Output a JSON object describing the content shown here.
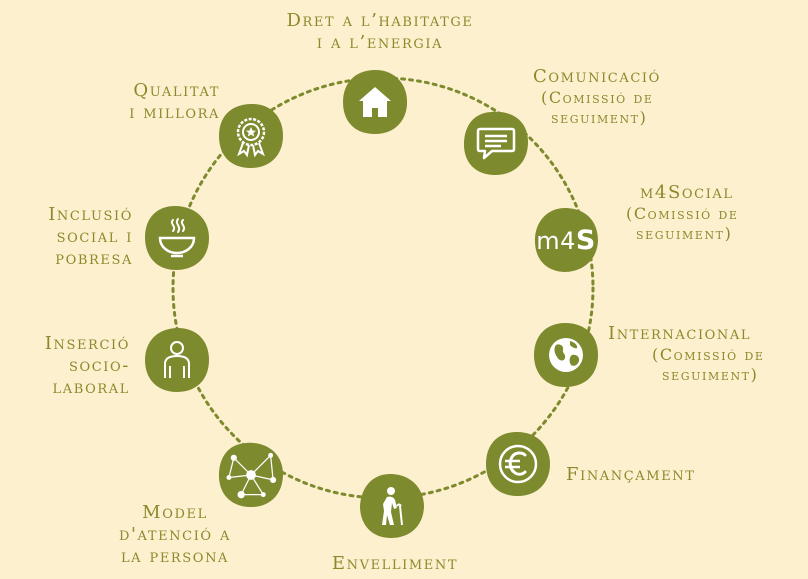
{
  "colors": {
    "background": "#fdf0cf",
    "node_fill": "#7e8a2e",
    "ring": "#7e8a2e",
    "label_text": "#8a8a2c",
    "icon": "#ffffff"
  },
  "nodes": [
    {
      "id": "habitatge",
      "icon": "house-icon",
      "lines": [
        "Dret a l’habitatge",
        "i a l’energia"
      ],
      "sub": []
    },
    {
      "id": "comunicacio",
      "icon": "speech-bubble-icon",
      "lines": [
        "Comunicació"
      ],
      "sub": [
        "(Comissió de",
        "seguiment)"
      ]
    },
    {
      "id": "m4social",
      "icon": "m4s-logo",
      "icon_text": "m4",
      "icon_text_bold": "S",
      "lines": [
        "m4Social"
      ],
      "sub": [
        "(Comissió de",
        "seguiment)"
      ]
    },
    {
      "id": "internacional",
      "icon": "globe-icon",
      "lines": [
        "Internacional"
      ],
      "sub": [
        "(Comissió de",
        "seguiment)"
      ]
    },
    {
      "id": "financament",
      "icon": "euro-icon",
      "lines": [
        "Finançament"
      ],
      "sub": []
    },
    {
      "id": "envelliment",
      "icon": "elderly-person-icon",
      "lines": [
        "Envelliment"
      ],
      "sub": []
    },
    {
      "id": "model",
      "icon": "network-icon",
      "lines": [
        "Model",
        "d'atenció a",
        "la persona"
      ],
      "sub": []
    },
    {
      "id": "insercio",
      "icon": "person-icon",
      "lines": [
        "Inserció",
        "socio-",
        "laboral"
      ],
      "sub": []
    },
    {
      "id": "inclusio",
      "icon": "soup-bowl-icon",
      "lines": [
        "Inclusió",
        "social i",
        "pobresa"
      ],
      "sub": []
    },
    {
      "id": "qualitat",
      "icon": "award-icon",
      "lines": [
        "Qualitat",
        "i millora"
      ],
      "sub": []
    }
  ]
}
